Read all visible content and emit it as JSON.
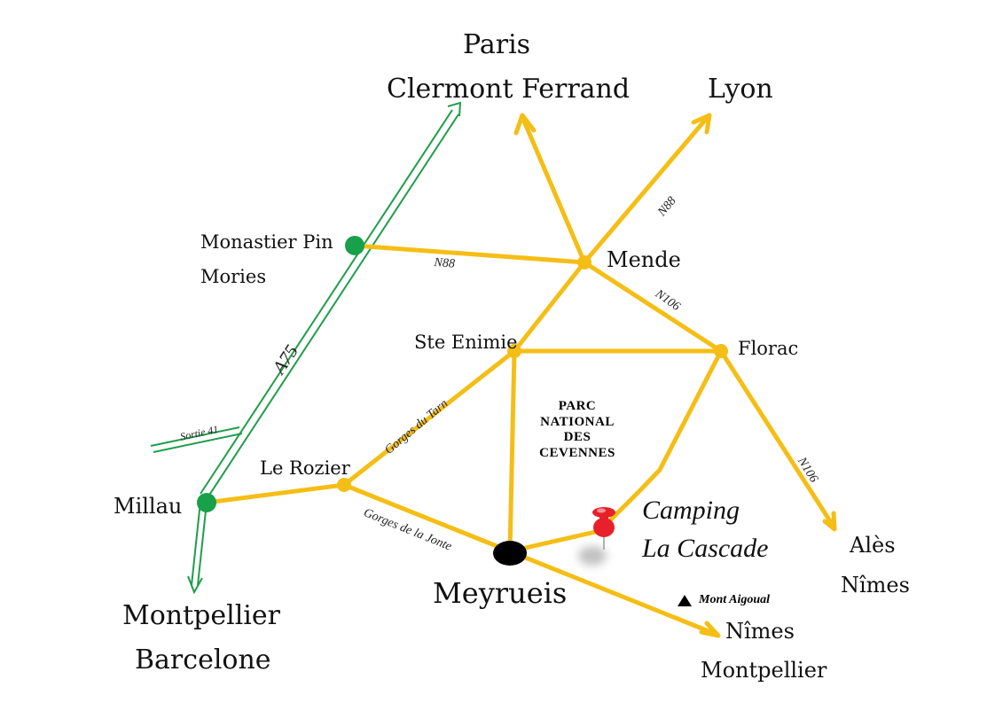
{
  "colors": {
    "departmental_road": "#F5BE16",
    "motorway": "#1E9E4A",
    "town_marker": "#F5BE16",
    "motorway_marker": "#18A04A",
    "meyrueis_marker": "#000000",
    "campsite_pin": "#E8202C"
  },
  "destinations": {
    "paris": "Paris",
    "clermont_ferrand": "Clermont Ferrand",
    "lyon": "Lyon",
    "montpellier": "Montpellier",
    "barcelone": "Barcelone",
    "ales": "Alès",
    "nimes_east": "Nîmes",
    "nimes_south": "Nîmes",
    "montpellier_south": "Montpellier"
  },
  "towns": {
    "monastier": "Monastier Pin",
    "mories": "Mories",
    "mende": "Mende",
    "ste_enimie": "Ste Enimie",
    "florac": "Florac",
    "le_rozier": "Le Rozier",
    "millau": "Millau",
    "meyrueis": "Meyrueis"
  },
  "roads": {
    "a75": "A75",
    "sortie41": "Sortie 41",
    "n88_west": "N88",
    "n88_north": "N88",
    "n106_mende": "N106",
    "n106_south": "N106",
    "gorges_tarn": "Gorges du Tarn",
    "gorges_jonte": "Gorges de la Jonte"
  },
  "park": {
    "line1": "PARC",
    "line2": "NATIONAL",
    "line3": "DES",
    "line4": "CEVENNES"
  },
  "campsite": {
    "line1": "Camping",
    "line2": "La Cascade"
  },
  "landmark": {
    "mont_aigoual": "Mont Aigoual"
  }
}
